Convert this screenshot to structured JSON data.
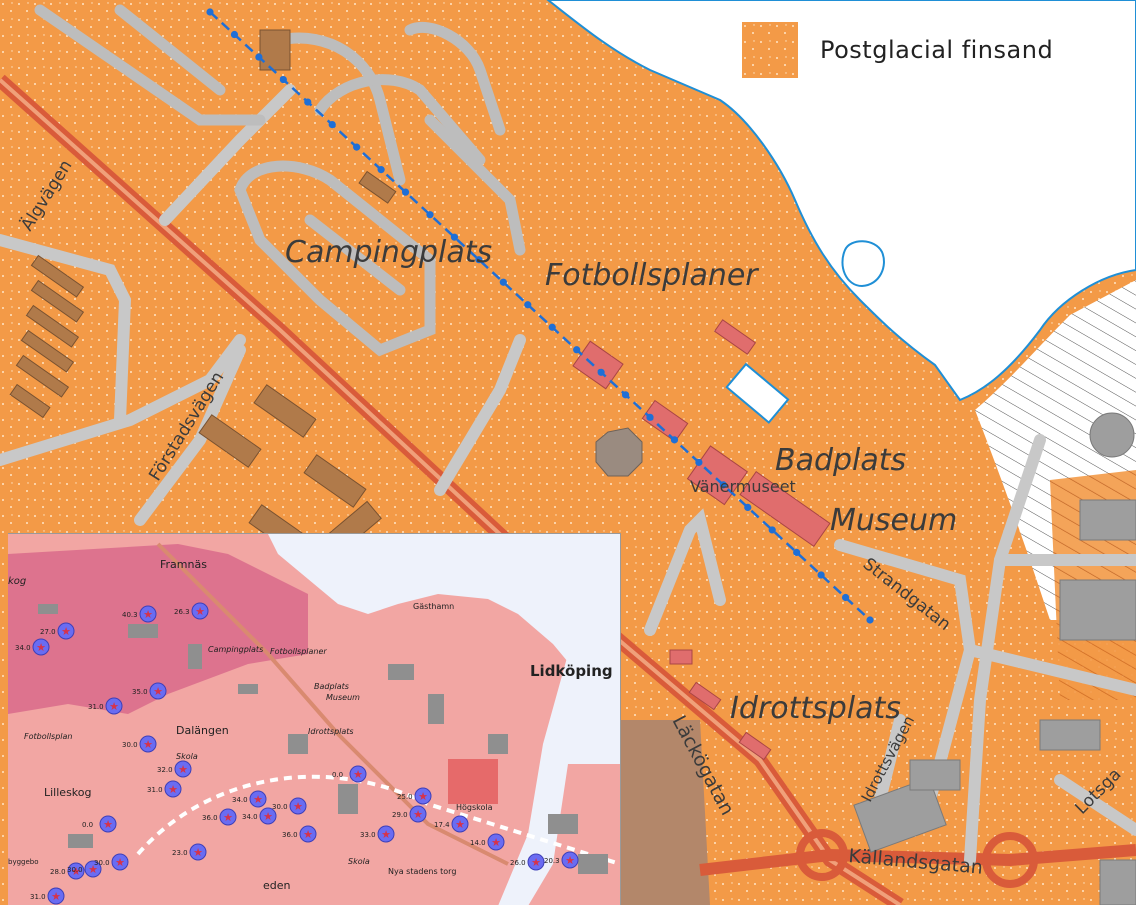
{
  "legend": {
    "label": "Postglacial finsand",
    "color": "#f39a47"
  },
  "main_map": {
    "area_labels": {
      "campingplats": "Campingplats",
      "fotbollsplaner": "Fotbollsplaner",
      "badplats": "Badplats",
      "museum": "Museum",
      "idrottsplats": "Idrottsplats",
      "vanermuseet": "Vänermuseet"
    },
    "street_labels": {
      "algvagen": "Älgvägen",
      "forstadsvagen": "Förstadsvägen",
      "strandgatan": "Strandgatan",
      "lackogatan": "Läckögatan",
      "idrottsvagen": "Idrottsvägen",
      "kallandsgatan": "Källandsgatan",
      "lotsgatan": "Lotsga"
    },
    "colors": {
      "sand": "#f39a47",
      "water": "#ffffff",
      "shoreline": "#1f8fd6",
      "road": "#c8c8c8",
      "main_road": "#d95b3a",
      "building": "#b07a4a",
      "pink_building": "#e06d6d",
      "survey_line": "#1f6fd6"
    }
  },
  "inset_map": {
    "place_labels": {
      "framnas": "Framnäs",
      "lidkoping": "Lidköping",
      "gasthamn": "Gästhamn",
      "campingplats": "Campingplats",
      "fotbollsplaner": "Fotbollsplaner",
      "badplats": "Badplats",
      "museum": "Museum",
      "idrottsplats": "Idrottsplats",
      "dalangen": "Dalängen",
      "lilleskog": "Lilleskog",
      "fotbollsplan": "Fotbollsplan",
      "skola1": "Skola",
      "skola2": "Skola",
      "hogskola": "Högskola",
      "nya_stadens_torg": "Nya stadens torg",
      "skog": "kog",
      "byggebo": "byggebo",
      "eden": "eden"
    },
    "points": [
      {
        "value": "40.3"
      },
      {
        "value": "26.3"
      },
      {
        "value": "27.0"
      },
      {
        "value": "34.0"
      },
      {
        "value": "35.0"
      },
      {
        "value": "31.0"
      },
      {
        "value": "30.0"
      },
      {
        "value": "32.0"
      },
      {
        "value": "31.0"
      },
      {
        "value": "34.0"
      },
      {
        "value": "36.0"
      },
      {
        "value": "30.0"
      },
      {
        "value": "25.0"
      },
      {
        "value": "17.4"
      },
      {
        "value": "14.0"
      },
      {
        "value": "26.0"
      },
      {
        "value": "20.3"
      },
      {
        "value": "0.0"
      },
      {
        "value": "0.0"
      },
      {
        "value": "31.0"
      },
      {
        "value": "28.0"
      },
      {
        "value": "30.0"
      },
      {
        "value": "30.0"
      },
      {
        "value": "23.0"
      },
      {
        "value": "34.0"
      },
      {
        "value": "36.0"
      },
      {
        "value": "33.0"
      },
      {
        "value": "29.0"
      }
    ],
    "colors": {
      "base": "#f2a6a3",
      "dark_zone": "#d96a8b",
      "water": "#eef2fb",
      "point_fill": "#6a6cf2",
      "star": "#d6334a"
    }
  }
}
